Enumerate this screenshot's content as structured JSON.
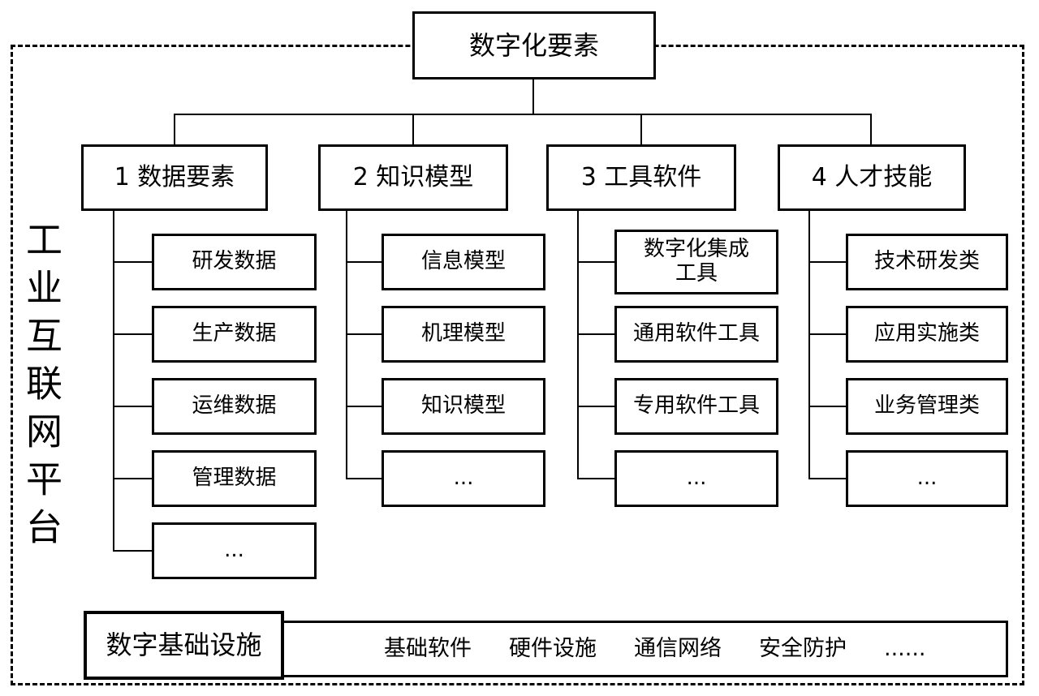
{
  "platform": {
    "label": "工业互联网平台"
  },
  "root": {
    "title": "数字化要素"
  },
  "branches": [
    {
      "label": "1 数据要素",
      "children": [
        "研发数据",
        "生产数据",
        "运维数据",
        "管理数据",
        "..."
      ]
    },
    {
      "label": "2 知识模型",
      "children": [
        "信息模型",
        "机理模型",
        "知识模型",
        "..."
      ]
    },
    {
      "label": "3 工具软件",
      "children": [
        "数字化集成\n工具",
        "通用软件工具",
        "专用软件工具",
        "..."
      ]
    },
    {
      "label": "4 人才技能",
      "children": [
        "技术研发类",
        "应用实施类",
        "业务管理类",
        "..."
      ]
    }
  ],
  "infrastructure": {
    "label": "数字基础设施",
    "items": [
      "基础软件",
      "硬件设施",
      "通信网络",
      "安全防护",
      "......"
    ]
  },
  "colors": {
    "line": "#000000",
    "background": "#ffffff"
  }
}
